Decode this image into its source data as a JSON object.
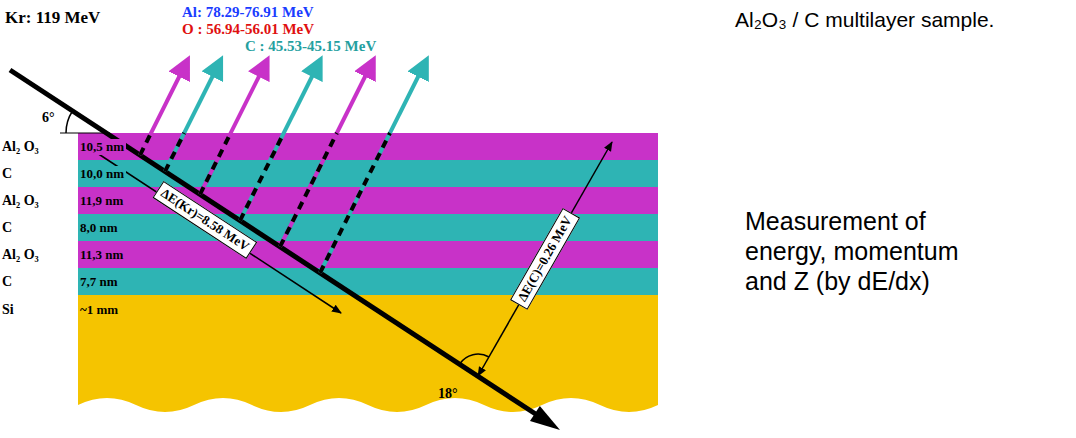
{
  "diagram": {
    "title": "Al₂O₃ / C multilayer sample.",
    "nodes": [
      {
        "text": [
          "Al₂ O₃",
          "10,5 nm"
        ]
      },
      {
        "text": [
          "C",
          "10,0 nm"
        ]
      },
      {
        "text": [
          "Al₂ O₃",
          "11,9 nm"
        ]
      },
      {
        "text": [
          "C",
          "8,0 nm"
        ]
      },
      {
        "text": [
          "Al₂ O₃",
          "11,3 nm"
        ]
      },
      {
        "text": [
          "C",
          "7,7 nm"
        ]
      },
      {
        "text": [
          "Si",
          "~1 mm"
        ]
      }
    ],
    "labels": [
      "Kr: 119 MeV",
      "Al: 78.29-76.91 MeV",
      "O : 56.94-56.01 MeV",
      "C : 45.53-45.15 MeV",
      "6°",
      "ΔE(Kr)=8.58 MeV",
      "ΔE(C)=0.26 MeV",
      "18°",
      "Measurement of energy, momentum and Z (by dE/dx)"
    ]
  }
}
